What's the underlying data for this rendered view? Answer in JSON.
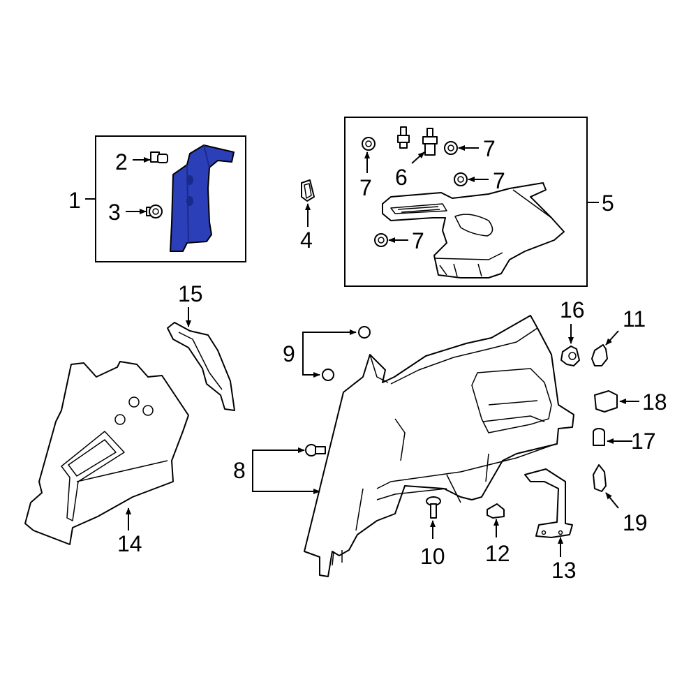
{
  "diagram": {
    "callouts": {
      "c1": "1",
      "c2": "2",
      "c3": "3",
      "c4": "4",
      "c5": "5",
      "c6": "6",
      "c7a": "7",
      "c7b": "7",
      "c7c": "7",
      "c7d": "7",
      "c8": "8",
      "c9": "9",
      "c10": "10",
      "c11": "11",
      "c12": "12",
      "c13": "13",
      "c14": "14",
      "c15": "15",
      "c16": "16",
      "c17": "17",
      "c18": "18",
      "c19": "19"
    },
    "colors": {
      "highlight": "#2b3fb8",
      "highlight_dark": "#1a2a8a",
      "line": "#000000",
      "background": "#ffffff"
    }
  }
}
